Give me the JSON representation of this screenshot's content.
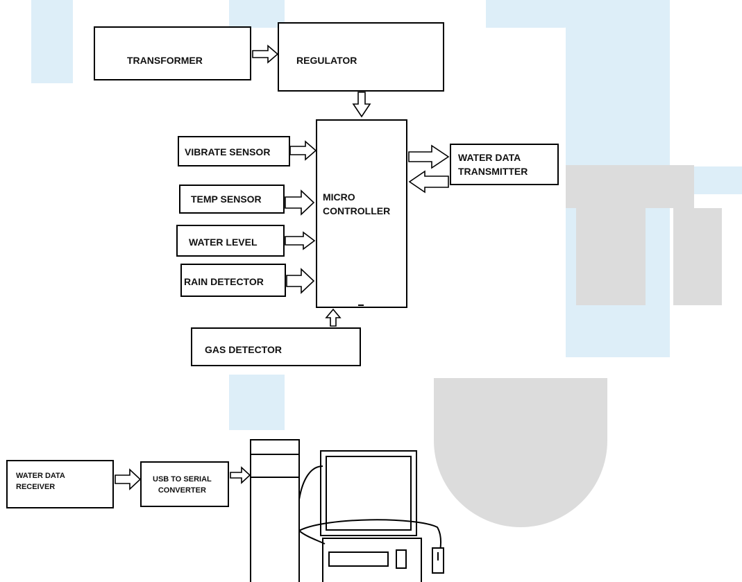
{
  "blocks": {
    "transformer": "TRANSFORMER",
    "regulator": "REGULATOR",
    "vibrate": "VIBRATE SENSOR",
    "temp": "TEMP SENSOR",
    "water_level": "WATER LEVEL",
    "rain": "RAIN DETECTOR",
    "micro": "MICRO\nCONTROLLER",
    "transmitter": "WATER DATA\nTRANSMITTER",
    "gas": "GAS DETECTOR",
    "receiver": "WATER DATA\nRECEIVER",
    "usb": "USB TO SERIAL\nCONVERTER"
  }
}
